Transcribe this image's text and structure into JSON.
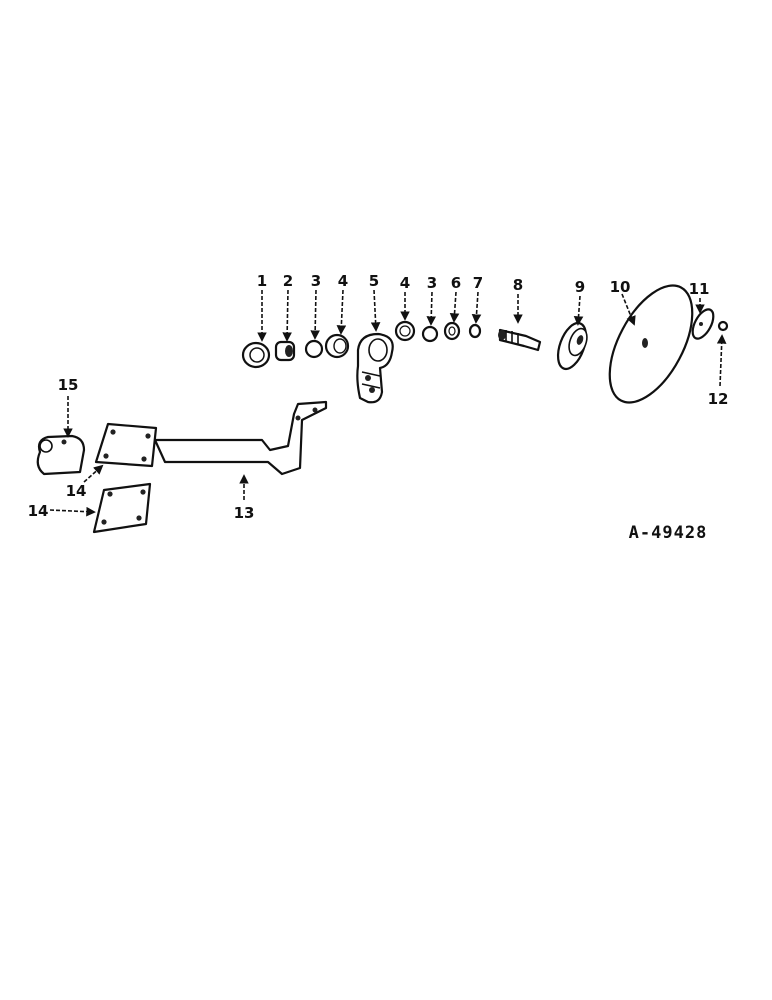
{
  "drawing_number": "A-49428",
  "callouts": [
    {
      "id": "c1",
      "text": "1"
    },
    {
      "id": "c2",
      "text": "2"
    },
    {
      "id": "c3a",
      "text": "3"
    },
    {
      "id": "c4a",
      "text": "4"
    },
    {
      "id": "c5",
      "text": "5"
    },
    {
      "id": "c4b",
      "text": "4"
    },
    {
      "id": "c3b",
      "text": "3"
    },
    {
      "id": "c6",
      "text": "6"
    },
    {
      "id": "c7",
      "text": "7"
    },
    {
      "id": "c8",
      "text": "8"
    },
    {
      "id": "c9",
      "text": "9"
    },
    {
      "id": "c10",
      "text": "10"
    },
    {
      "id": "c11",
      "text": "11"
    },
    {
      "id": "c12",
      "text": "12"
    },
    {
      "id": "c13",
      "text": "13"
    },
    {
      "id": "c14a",
      "text": "14"
    },
    {
      "id": "c14b",
      "text": "14"
    },
    {
      "id": "c15",
      "text": "15"
    }
  ]
}
